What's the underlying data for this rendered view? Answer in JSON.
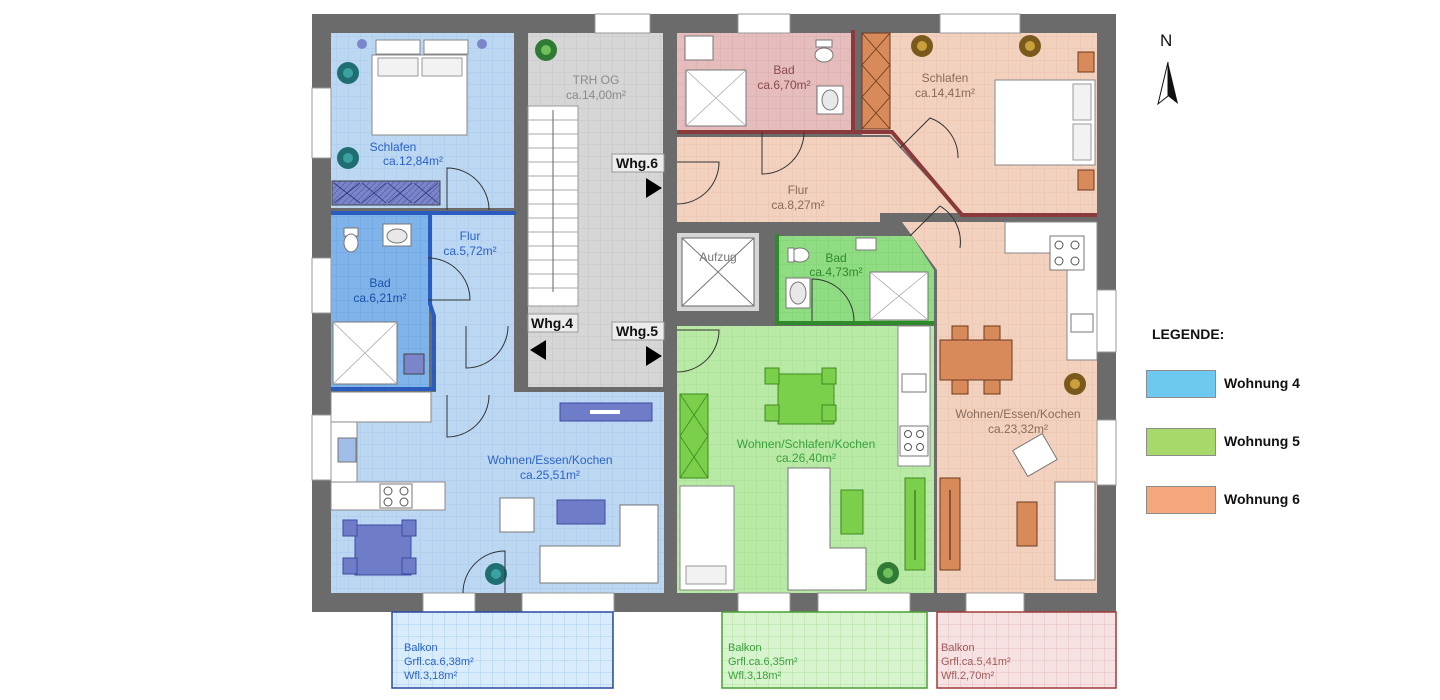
{
  "north": "N",
  "colors": {
    "wall": "#6b6b6b",
    "w4": "#bcd7f2",
    "w4_tile": "#7fb3ea",
    "w5": "#b8eaa6",
    "w5_bath": "#8fdc83",
    "w6": "#f2d1bf",
    "w6_bath": "#e6bdbd",
    "stair": "#d6d6d6",
    "furniture_w4": "#6f7cc8",
    "furniture_w5": "#7bcf4a",
    "furniture_w6": "#d98a5a"
  },
  "rooms": {
    "w4_schlafen": {
      "name": "Schlafen",
      "area": "ca.12,84m²"
    },
    "w4_flur": {
      "name": "Flur",
      "area": "ca.5,72m²"
    },
    "w4_bad": {
      "name": "Bad",
      "area": "ca.6,21m²"
    },
    "w4_wek": {
      "name": "Wohnen/Essen/Kochen",
      "area": "ca.25,51m²"
    },
    "trh": {
      "name": "TRH OG",
      "area": "ca.14,00m²"
    },
    "aufzug": {
      "name": "Aufzug"
    },
    "w6_bad": {
      "name": "Bad",
      "area": "ca.6,70m²"
    },
    "w6_schlafen": {
      "name": "Schlafen",
      "area": "ca.14,41m²"
    },
    "w6_flur": {
      "name": "Flur",
      "area": "ca.8,27m²"
    },
    "w5_bad": {
      "name": "Bad",
      "area": "ca.4,73m²"
    },
    "w5_wsk": {
      "name": "Wohnen/Schlafen/Kochen",
      "area": "ca.26,40m²"
    },
    "w6_wek": {
      "name": "Wohnen/Essen/Kochen",
      "area": "ca.23,32m²"
    }
  },
  "entrances": {
    "w6": "Whg.6",
    "w4": "Whg.4",
    "w5": "Whg.5"
  },
  "balconies": {
    "w4": {
      "name": "Balkon",
      "grfl": "Grfl.ca.6,38m²",
      "wfl": "Wfl.3,18m²"
    },
    "w5": {
      "name": "Balkon",
      "grfl": "Grfl.ca.6,35m²",
      "wfl": "Wfl.3,18m²"
    },
    "w6": {
      "name": "Balkon",
      "grfl": "Grfl.ca.5,41m²",
      "wfl": "Wfl.2,70m²"
    }
  },
  "legend": {
    "title": "LEGENDE:",
    "items": [
      {
        "label": "Wohnung 4",
        "color": "#6ec9f0"
      },
      {
        "label": "Wohnung 5",
        "color": "#a7d86a"
      },
      {
        "label": "Wohnung 6",
        "color": "#f3a77a"
      }
    ]
  }
}
